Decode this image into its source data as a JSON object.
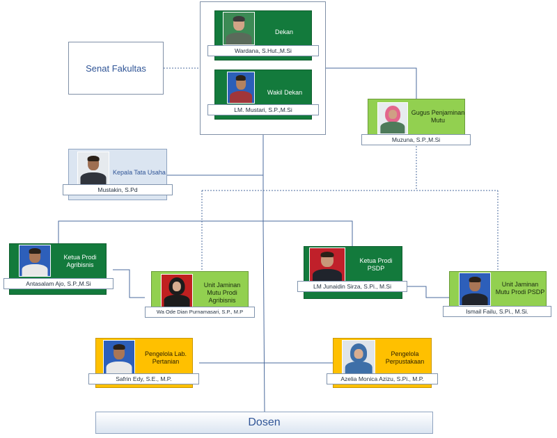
{
  "senat": {
    "label": "Senat Fakultas"
  },
  "dosen": {
    "label": "Dosen"
  },
  "dekan": {
    "title": "Dekan",
    "name": "Wardana, S.Hut.,M.Si"
  },
  "wakil_dekan": {
    "title": "Wakil Dekan",
    "name": "LM. Mustari, S.P.,M.Si"
  },
  "gugus": {
    "title_line1": "Gugus Penjaminan",
    "title_line2": "Mutu",
    "name": "Muzuna, S.P.,M.Si"
  },
  "kepala_tu": {
    "title": "Kepala Tata Usaha",
    "name": "Mustakin, S.Pd"
  },
  "kaprodi_agri": {
    "title_line1": "Ketua Prodi",
    "title_line2": "Agribisnis",
    "name": "Antasalam Ajo, S.P.,M.Si"
  },
  "ujm_agri": {
    "title_line1": "Unit Jaminan",
    "title_line2": "Mutu Prodi",
    "title_line3": "Agribisnis",
    "name": "Wa Ode Dian Purnamasari, S.P., M.P"
  },
  "kaprodi_psdp": {
    "title_line1": "Ketua Prodi",
    "title_line2": "PSDP",
    "name": "LM Junaidin Sirza, S.Pi., M.Si"
  },
  "ujm_psdp": {
    "title_line1": "Unit Jaminan",
    "title_line2": "Mutu Prodi PSDP",
    "name": "Ismail Failu, S.Pi., M.Si."
  },
  "lab": {
    "title_line1": "Pengelola Lab.",
    "title_line2": "Pertanian",
    "name": "Safrin Edy, S.E., M.P."
  },
  "perpus": {
    "title_line1": "Pengelola",
    "title_line2": "Perpustakaan",
    "name": "Azelia Monica Azizu, S.Pi., M.P."
  },
  "colors": {
    "green_dark": "#137a3c",
    "green_light": "#92d050",
    "orange": "#ffc000",
    "light_blue": "#dbe5f1",
    "line": "#4a6a9c"
  }
}
